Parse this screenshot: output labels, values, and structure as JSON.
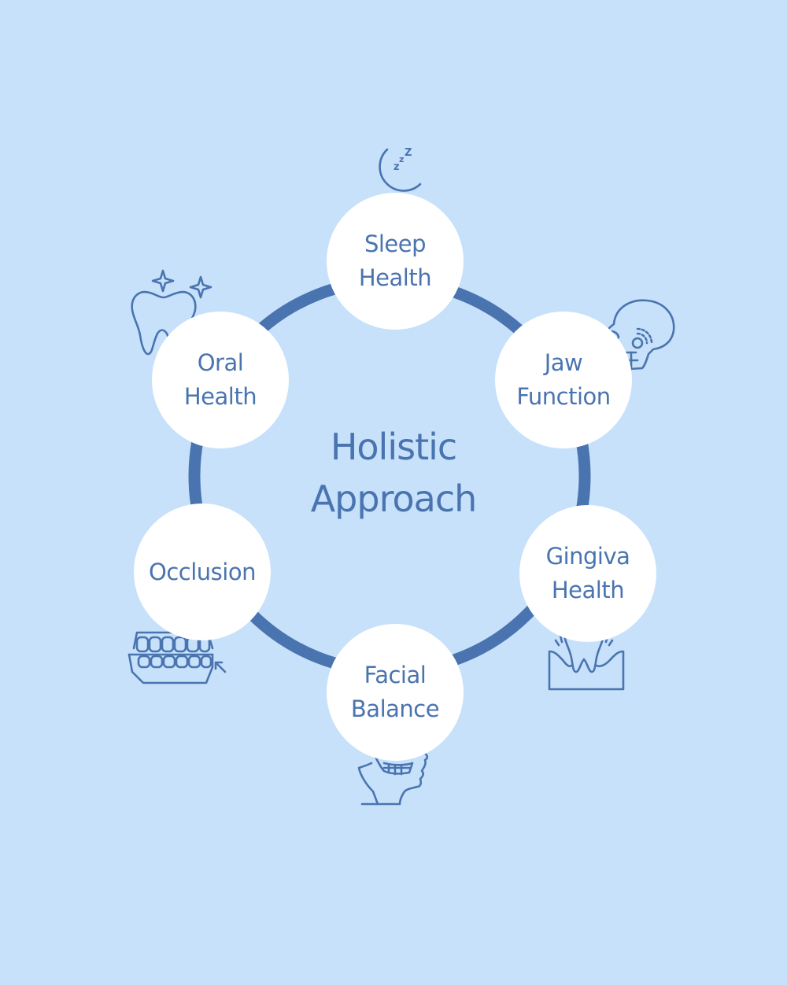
{
  "diagram": {
    "center_label": "Holistic\nApproach",
    "nodes": [
      {
        "id": "sleep-health",
        "label": "Sleep\nHealth",
        "icon": "moon-sleep-icon"
      },
      {
        "id": "jaw-function",
        "label": "Jaw\nFunction",
        "icon": "skull-jaw-icon"
      },
      {
        "id": "gingiva-health",
        "label": "Gingiva\nHealth",
        "icon": "gum-tooth-icon"
      },
      {
        "id": "facial-balance",
        "label": "Facial\nBalance",
        "icon": "face-profile-icon"
      },
      {
        "id": "occlusion",
        "label": "Occlusion",
        "icon": "denture-bite-icon"
      },
      {
        "id": "oral-health",
        "label": "Oral\nHealth",
        "icon": "sparkling-tooth-icon"
      }
    ]
  },
  "colors": {
    "background": "#c7e1fa",
    "accent": "#4a74b0",
    "node_fill": "#ffffff"
  }
}
